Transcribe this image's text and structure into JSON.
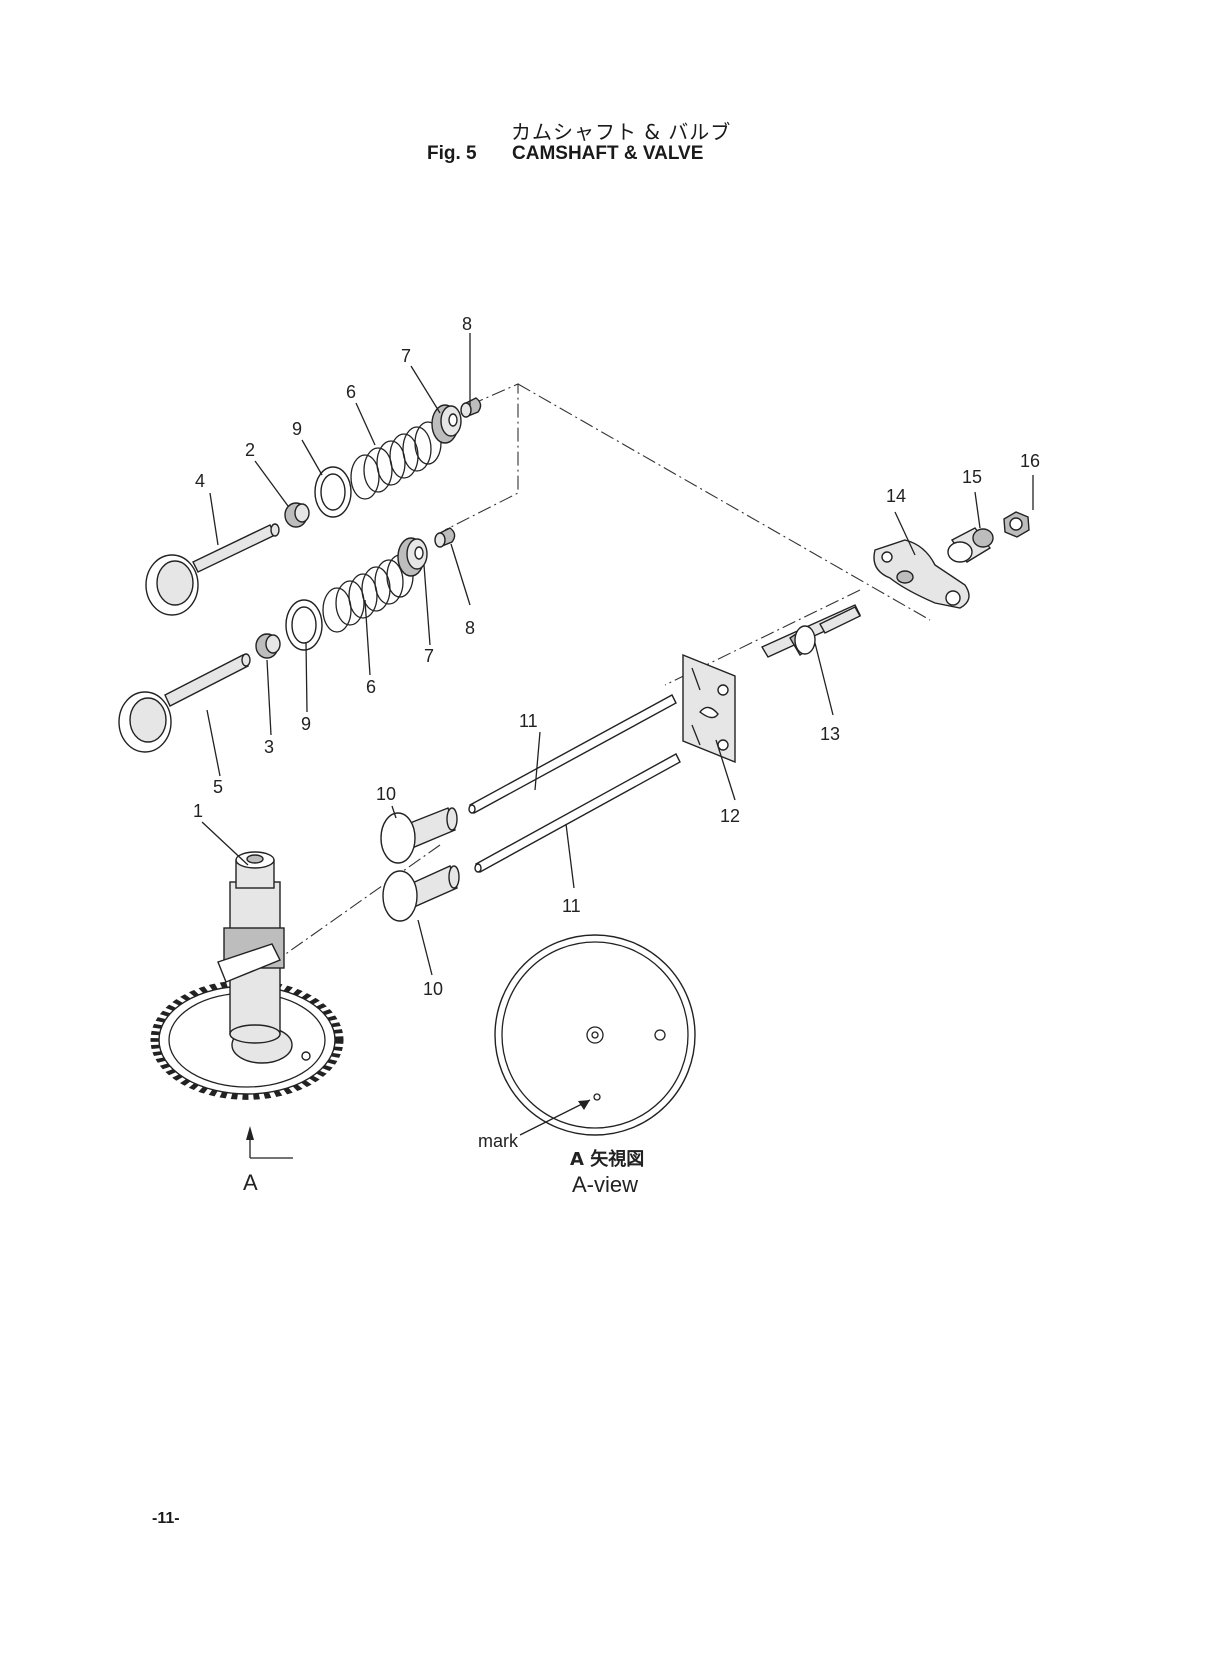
{
  "header": {
    "title_jp": "カムシャフト & バルブ",
    "fig_label": "Fig. 5",
    "title_en": "CAMSHAFT & VALVE"
  },
  "callouts": {
    "c1": "1",
    "c2": "2",
    "c3": "3",
    "c4": "4",
    "c5": "5",
    "c6a": "6",
    "c6b": "6",
    "c7a": "7",
    "c7b": "7",
    "c8a": "8",
    "c8b": "8",
    "c9a": "9",
    "c9b": "9",
    "c10a": "10",
    "c10b": "10",
    "c11a": "11",
    "c11b": "11",
    "c12": "12",
    "c13": "13",
    "c14": "14",
    "c15": "15",
    "c16": "16"
  },
  "views": {
    "arrow_label": "A",
    "mark_label": "mark",
    "view_title_jp": "A 矢視図",
    "view_title_en": "A-view"
  },
  "footer": {
    "page_number": "-11-"
  }
}
